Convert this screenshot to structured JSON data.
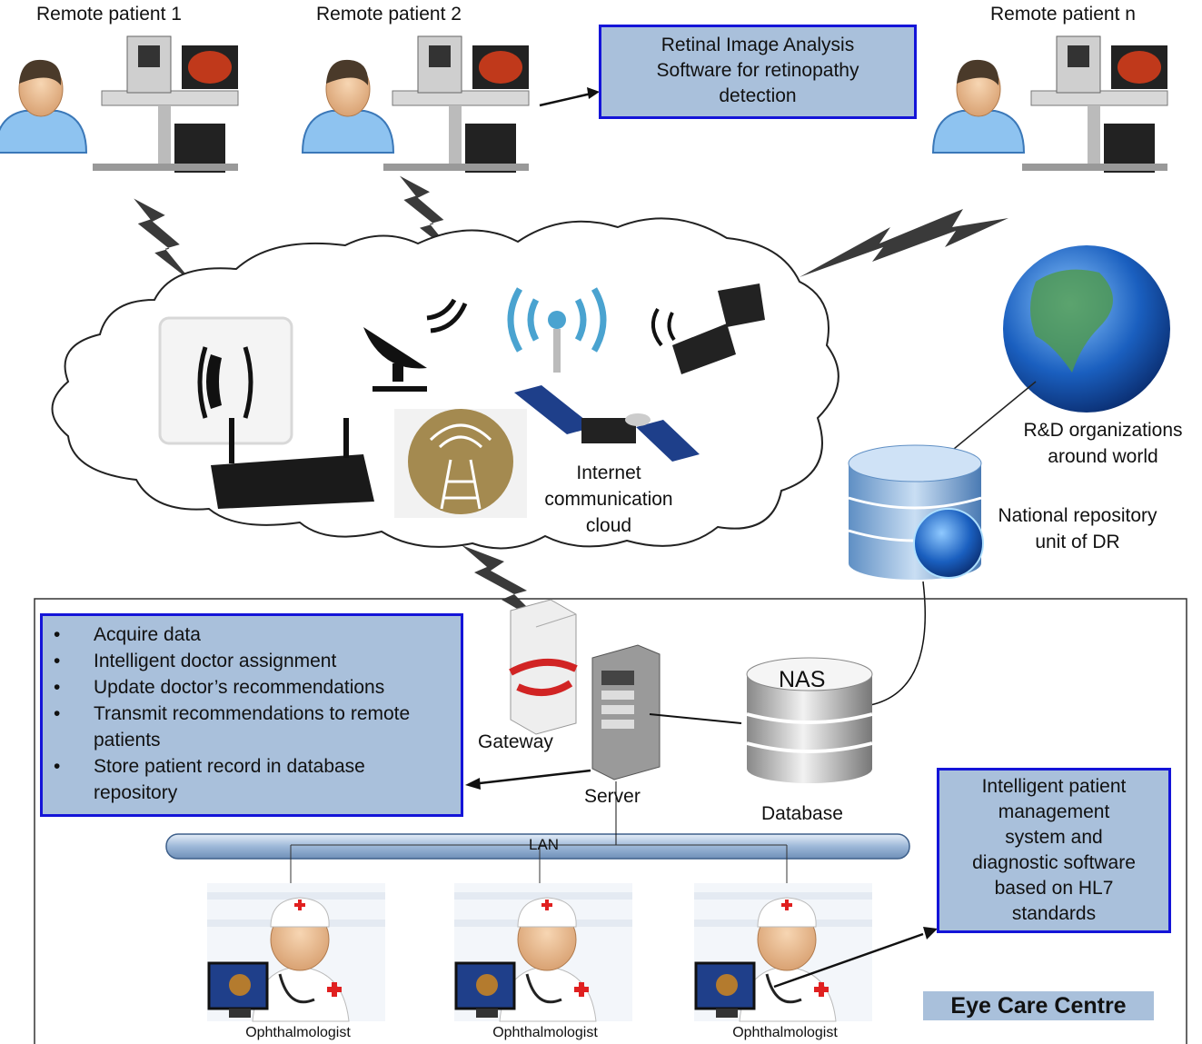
{
  "remote_patients": [
    {
      "label": "Remote patient 1"
    },
    {
      "label": "Remote patient 2"
    },
    {
      "label": "Remote patient n"
    }
  ],
  "retinal_box": {
    "line1": "Retinal Image Analysis",
    "line2": "Software for retinopathy",
    "line3": "detection"
  },
  "cloud": {
    "line1": "Internet",
    "line2": "communication",
    "line3": "cloud"
  },
  "rd": {
    "line1": "R&D organizations",
    "line2": "around world"
  },
  "national": {
    "line1": "National repository",
    "line2": "unit of DR"
  },
  "centre": {
    "tasks": [
      "Acquire data",
      "Intelligent doctor assignment",
      "Update doctor’s recommendations",
      "Transmit recommendations to remote patients",
      "Store patient record in database repository"
    ],
    "gateway": "Gateway",
    "server": "Server",
    "nas": "NAS",
    "database": "Database",
    "lan": "LAN",
    "ipms": [
      "Intelligent patient",
      "management",
      "system and",
      "diagnostic software",
      "based on HL7",
      "standards"
    ],
    "ophthalmologists": [
      "Ophthalmologist",
      "Ophthalmologist",
      "Ophthalmologist"
    ],
    "title": "Eye Care Centre"
  },
  "colors": {
    "box_fill": "#a9c0db",
    "box_border": "#1414d8"
  }
}
